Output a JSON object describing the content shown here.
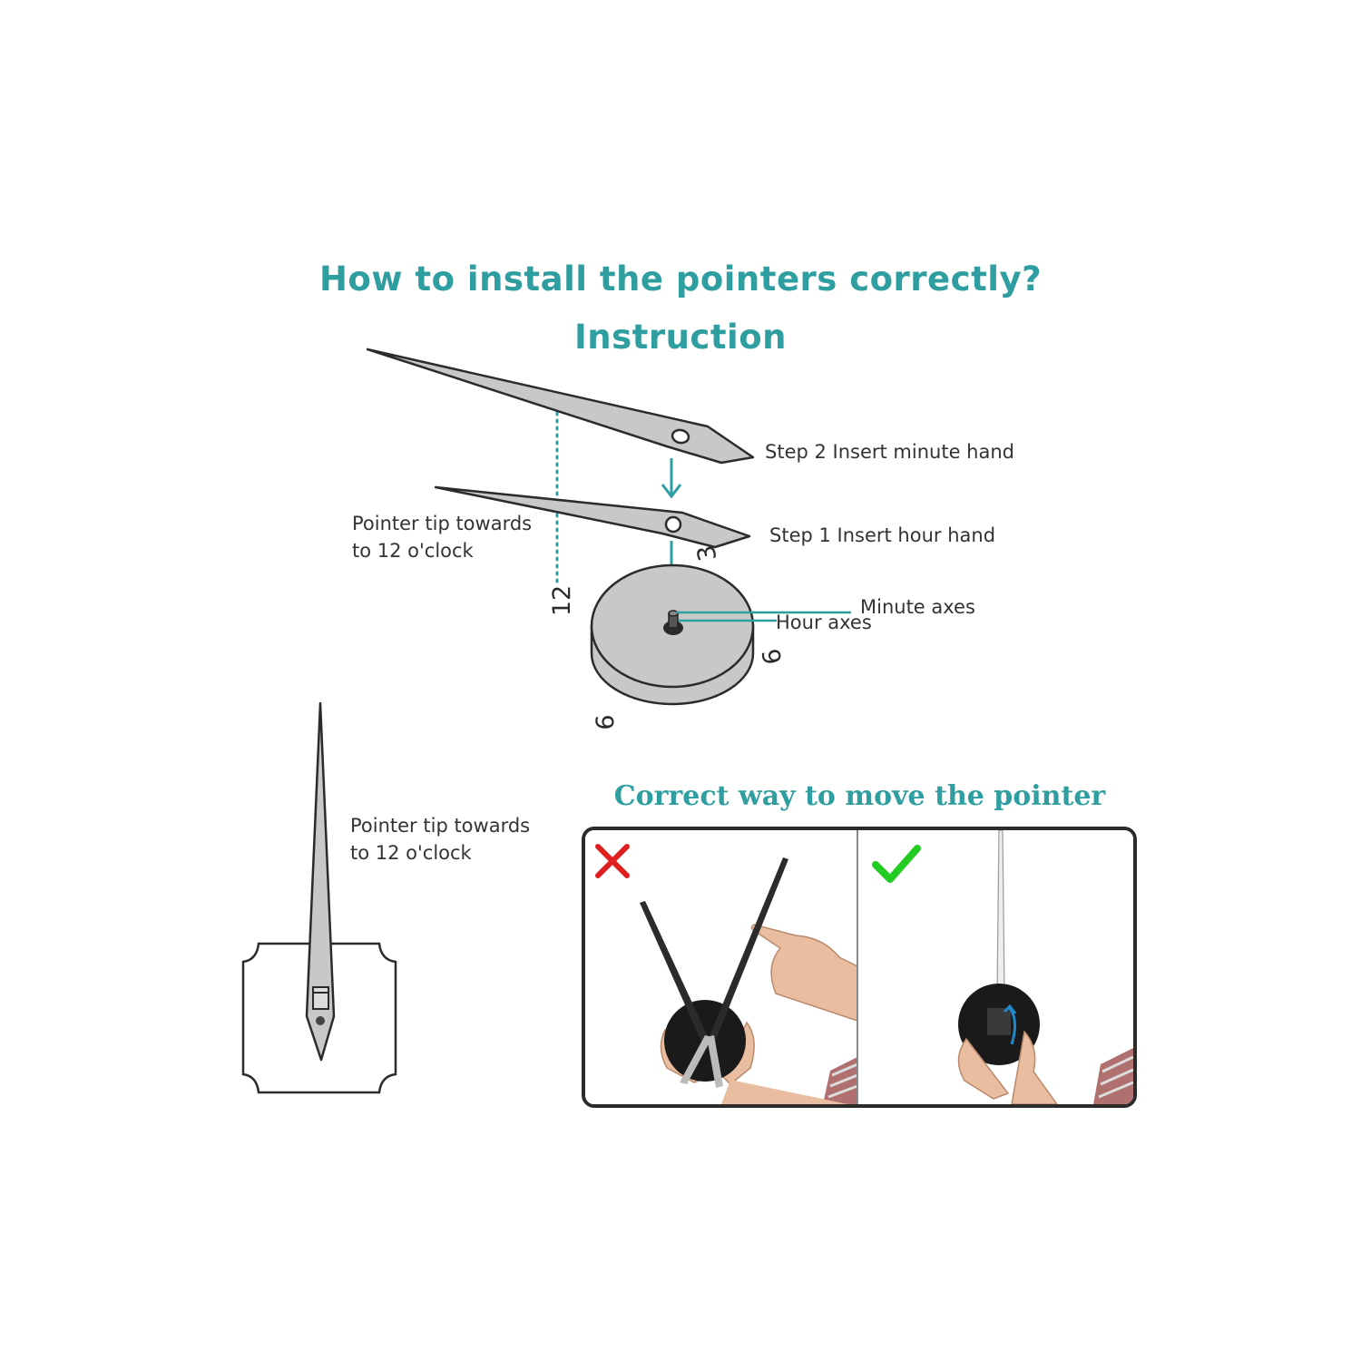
{
  "header": {
    "title": "How to install the pointers correctly?",
    "subtitle": "Instruction"
  },
  "diagram": {
    "step2_label": "Step 2 Insert minute hand",
    "step1_label": "Step 1 Insert hour hand",
    "pointer_tip_line1": "Pointer tip towards",
    "pointer_tip_line2": "to 12 o'clock",
    "minute_axes_label": "Minute axes",
    "hour_axes_label": "Hour axes",
    "dial_numbers": {
      "twelve": "12",
      "three": "3",
      "six_right": "6",
      "six_bottom": "6"
    }
  },
  "movement": {
    "pointer_tip_line1": "Pointer tip towards",
    "pointer_tip_line2": "to 12 o'clock"
  },
  "photo_panel": {
    "title": "Correct way to move the pointer",
    "wrong_icon": "cross-icon",
    "right_icon": "checkmark-icon"
  },
  "colors": {
    "accent": "#2f9ea0",
    "wrong": "#e02020",
    "right": "#22cc22",
    "hand_fill": "#c8c8c8"
  }
}
